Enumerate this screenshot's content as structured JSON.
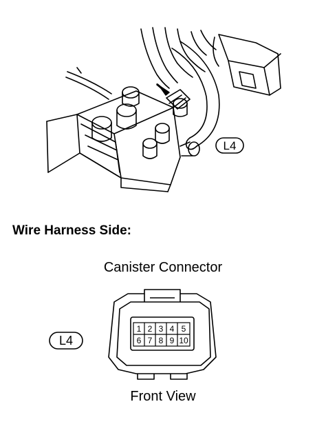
{
  "callout_top": "L4",
  "section_heading": "Wire Harness Side:",
  "connector": {
    "title": "Canister Connector",
    "callout": "L4",
    "pins_top": [
      "1",
      "2",
      "3",
      "4",
      "5"
    ],
    "pins_bottom": [
      "6",
      "7",
      "8",
      "9",
      "10"
    ],
    "caption": "Front View"
  }
}
